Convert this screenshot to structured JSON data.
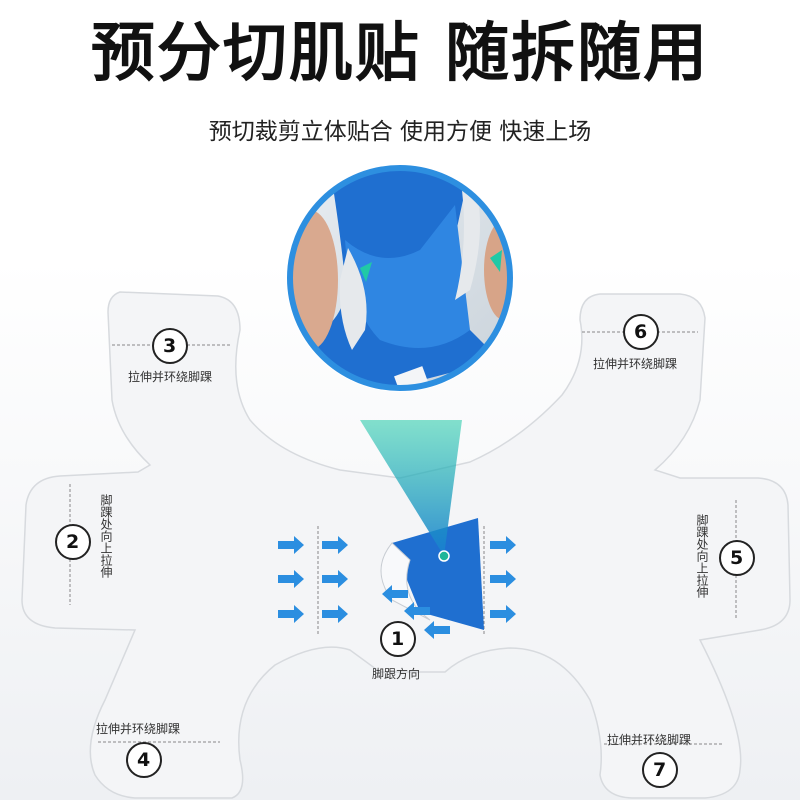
{
  "header": {
    "title": "预分切肌贴 随拆随用",
    "subtitle": "预切裁剪立体贴合 使用方便 快速上场"
  },
  "markers": [
    {
      "number": "1",
      "label": "脚跟方向"
    },
    {
      "number": "2",
      "label": "脚踝处向上拉伸"
    },
    {
      "number": "3",
      "label": "拉伸并环绕脚踝"
    },
    {
      "number": "4",
      "label": "拉伸并环绕脚踝"
    },
    {
      "number": "5",
      "label": "脚踝处向上拉伸"
    },
    {
      "number": "6",
      "label": "拉伸并环绕脚踝"
    },
    {
      "number": "7",
      "label": "拉伸并环绕脚踝"
    }
  ],
  "colors": {
    "tape_blue": "#1f6fd0",
    "arrow_blue": "#2b8ee0",
    "pointer_teal": "#1fb59a",
    "lens_ring": "#2d8fe0",
    "backing": "#f3f4f6"
  },
  "icons": [
    "arrow-right-icon",
    "arrow-left-icon",
    "circle-number-icon",
    "magnifier-lens"
  ]
}
